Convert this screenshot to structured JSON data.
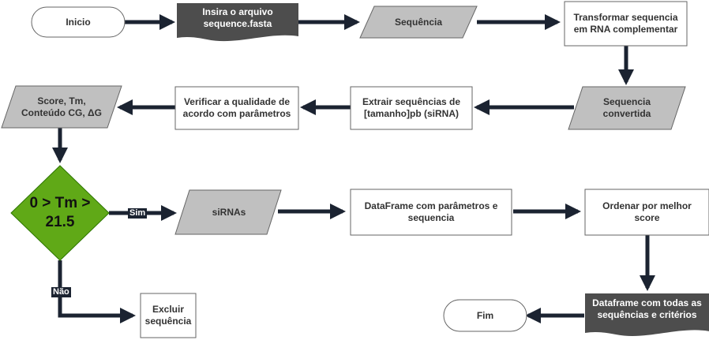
{
  "flowchart": {
    "nodes": {
      "inicio": "Inicio",
      "insira": "Insira o arquivo\nsequence.fasta",
      "sequencia": "Sequência",
      "transformar": "Transformar sequencia\nem RNA complementar",
      "convertida": "Sequencia\nconvertida",
      "extrair": "Extrair sequências de\n[tamanho]pb (siRNA)",
      "verificar": "Verificar a qualidade de\nacordo com parâmetros",
      "score": "Score, Tm,\nConteúdo CG, ΔG",
      "decision": "0 > Tm >\n21.5",
      "sirnas": "siRNAs",
      "dataframe": "DataFrame com parâmetros e\nsequencia",
      "ordenar": "Ordenar por melhor\nscore",
      "dataframe_todas": "Dataframe com todas as\nsequências e critérios",
      "fim": "Fim",
      "excluir": "Excluir\nsequência"
    },
    "edge_labels": {
      "sim": "Sim",
      "nao": "Não"
    }
  },
  "colors": {
    "arrow": "#1b2331",
    "io_gray": "#c0c0c0",
    "document_dark": "#4d4d4d",
    "decision_green": "#60a917",
    "box_border": "#666666"
  }
}
